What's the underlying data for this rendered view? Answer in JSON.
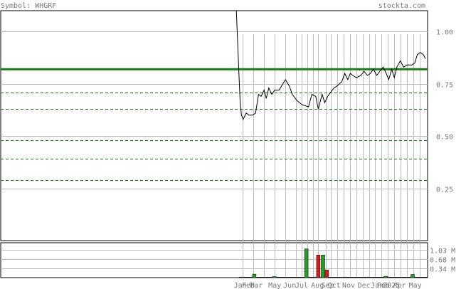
{
  "header": {
    "symbol_label": "Symbol: WHGRF",
    "site_label": "stockta.com"
  },
  "colors": {
    "up_volume": "#2a9a2a",
    "down_volume": "#cc2020",
    "trend_line": "#1a7a1a",
    "grid": "#bdbdbd",
    "price_line": "#000000"
  },
  "chart_data": {
    "type": "line",
    "price": {
      "ylim": [
        0.0,
        1.1
      ],
      "ticks": [
        {
          "value": 1.0,
          "label": "1.00"
        },
        {
          "value": 0.75,
          "label": "0.75"
        },
        {
          "value": 0.5,
          "label": "0.50"
        },
        {
          "value": 0.25,
          "label": "0.25"
        }
      ],
      "solid_line": 0.82,
      "dashed_lines": [
        0.71,
        0.63,
        0.48,
        0.39,
        0.29
      ],
      "x_range": [
        0,
        100
      ],
      "series": [
        [
          55.2,
          1.1
        ],
        [
          55.5,
          0.95
        ],
        [
          55.8,
          0.8
        ],
        [
          56.1,
          0.66
        ],
        [
          56.4,
          0.6
        ],
        [
          56.8,
          0.58
        ],
        [
          57.5,
          0.61
        ],
        [
          58.2,
          0.6
        ],
        [
          59.0,
          0.6
        ],
        [
          59.7,
          0.61
        ],
        [
          60.4,
          0.7
        ],
        [
          61.0,
          0.69
        ],
        [
          61.7,
          0.72
        ],
        [
          62.2,
          0.68
        ],
        [
          62.8,
          0.73
        ],
        [
          63.5,
          0.7
        ],
        [
          64.2,
          0.72
        ],
        [
          65.2,
          0.72
        ],
        [
          66.1,
          0.75
        ],
        [
          66.7,
          0.77
        ],
        [
          67.6,
          0.74
        ],
        [
          68.3,
          0.7
        ],
        [
          69.4,
          0.67
        ],
        [
          70.6,
          0.65
        ],
        [
          72.1,
          0.64
        ],
        [
          72.9,
          0.7
        ],
        [
          73.8,
          0.69
        ],
        [
          74.4,
          0.63
        ],
        [
          75.3,
          0.7
        ],
        [
          75.9,
          0.66
        ],
        [
          76.6,
          0.69
        ],
        [
          77.3,
          0.71
        ],
        [
          78.1,
          0.73
        ],
        [
          78.8,
          0.74
        ],
        [
          79.9,
          0.76
        ],
        [
          80.6,
          0.8
        ],
        [
          81.3,
          0.77
        ],
        [
          81.9,
          0.8
        ],
        [
          82.5,
          0.79
        ],
        [
          83.3,
          0.78
        ],
        [
          84.4,
          0.79
        ],
        [
          85.1,
          0.81
        ],
        [
          85.9,
          0.79
        ],
        [
          86.6,
          0.8
        ],
        [
          87.3,
          0.82
        ],
        [
          88.1,
          0.79
        ],
        [
          88.8,
          0.81
        ],
        [
          89.6,
          0.83
        ],
        [
          90.3,
          0.8
        ],
        [
          90.9,
          0.77
        ],
        [
          91.6,
          0.82
        ],
        [
          92.2,
          0.78
        ],
        [
          92.8,
          0.83
        ],
        [
          93.6,
          0.86
        ],
        [
          94.4,
          0.83
        ],
        [
          95.2,
          0.84
        ],
        [
          96.3,
          0.84
        ],
        [
          97.0,
          0.85
        ],
        [
          97.6,
          0.89
        ],
        [
          98.3,
          0.9
        ],
        [
          99.0,
          0.89
        ],
        [
          99.5,
          0.87
        ]
      ]
    },
    "volume": {
      "ylim": [
        0,
        1.3
      ],
      "ticks": [
        {
          "value": 1.03,
          "label": "1.03 M"
        },
        {
          "value": 0.68,
          "label": "0.68 M"
        },
        {
          "value": 0.34,
          "label": "0.34 M"
        }
      ],
      "bars": [
        {
          "x": 56.5,
          "v": 0.02,
          "dir": "up"
        },
        {
          "x": 59.4,
          "v": 0.13,
          "dir": "up"
        },
        {
          "x": 64.1,
          "v": 0.04,
          "dir": "up"
        },
        {
          "x": 71.6,
          "v": 1.07,
          "dir": "up"
        },
        {
          "x": 74.4,
          "v": 0.84,
          "dir": "down"
        },
        {
          "x": 75.5,
          "v": 0.84,
          "dir": "up"
        },
        {
          "x": 76.4,
          "v": 0.28,
          "dir": "down"
        },
        {
          "x": 79.8,
          "v": 0.02,
          "dir": "up"
        },
        {
          "x": 86.6,
          "v": 0.02,
          "dir": "up"
        },
        {
          "x": 90.2,
          "v": 0.05,
          "dir": "up"
        },
        {
          "x": 96.5,
          "v": 0.12,
          "dir": "up"
        }
      ]
    },
    "x_labels": [
      {
        "x": 56.1,
        "label": "Jan"
      },
      {
        "x": 58.0,
        "label": "Feb"
      },
      {
        "x": 59.9,
        "label": "Mar"
      },
      {
        "x": 64.2,
        "label": "May"
      },
      {
        "x": 67.7,
        "label": "Jun"
      },
      {
        "x": 70.5,
        "label": "Jul"
      },
      {
        "x": 74.2,
        "label": "Aug"
      },
      {
        "x": 76.6,
        "label": "Sep"
      },
      {
        "x": 78.1,
        "label": "Oct"
      },
      {
        "x": 81.5,
        "label": "Nov"
      },
      {
        "x": 85.1,
        "label": "Dec"
      },
      {
        "x": 88.2,
        "label": "Jan"
      },
      {
        "x": 89.6,
        "label": "Feb"
      },
      {
        "x": 91.5,
        "label": "2025"
      },
      {
        "x": 93.4,
        "label": "Apr"
      },
      {
        "x": 97.1,
        "label": "May"
      }
    ],
    "vertical_grid": [
      56.6,
      59.1,
      61.6,
      64.1,
      66.6,
      69.1,
      70.5,
      71.9,
      73.1,
      74.4,
      76.2,
      77.3,
      78.8,
      80.3,
      81.8,
      83.3,
      84.8,
      86.3,
      87.7,
      89.2,
      90.7,
      92.2,
      93.6,
      95.1,
      96.6,
      98.1
    ]
  }
}
